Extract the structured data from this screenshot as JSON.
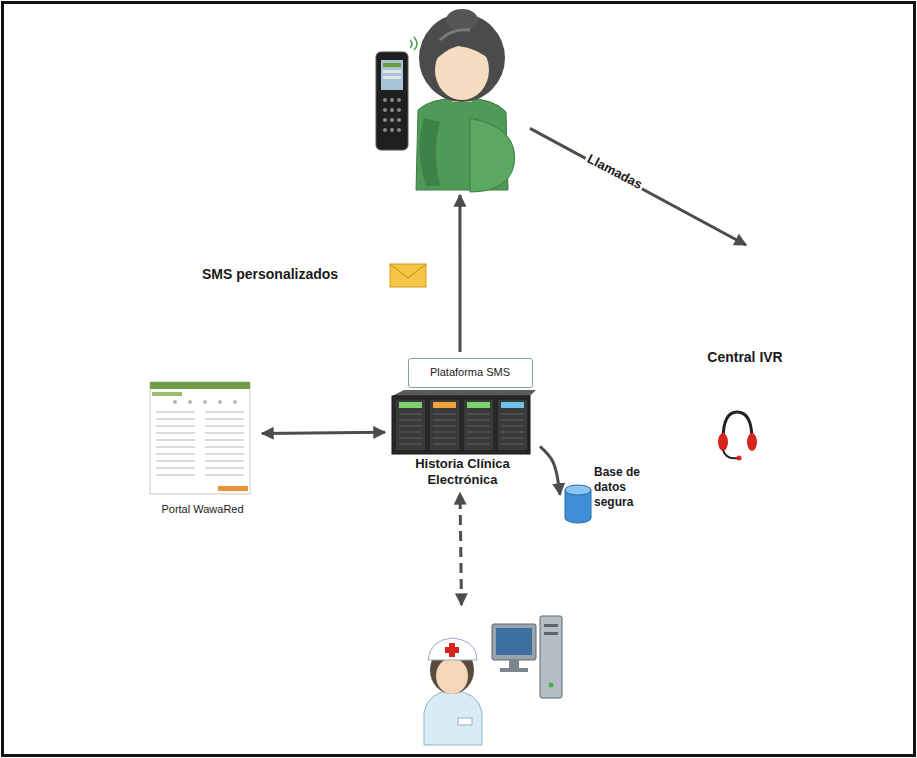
{
  "diagram": {
    "nodes": [
      {
        "text": []
      },
      {
        "text": [
          "Central IVR"
        ]
      },
      {
        "text": [
          "Historia Clínica Electrónica"
        ]
      },
      {
        "text": [
          "Plataforma SMS"
        ],
        "in": 2
      },
      {
        "text": [
          "Portal WawaRed"
        ]
      },
      {
        "text": [
          "Base de datos segura"
        ]
      },
      {
        "text": []
      }
    ],
    "edges": [
      {
        "from": 2,
        "to": 0,
        "arrow": "to",
        "label": "SMS personalizados"
      },
      {
        "from": 0,
        "to": 1,
        "arrow": "to",
        "label": "Llamadas"
      },
      {
        "from": 4,
        "to": 2,
        "arrow": "both"
      },
      {
        "from": 2,
        "to": 5,
        "arrow": "to"
      },
      {
        "from": 6,
        "to": 2,
        "arrow": "both"
      }
    ]
  }
}
